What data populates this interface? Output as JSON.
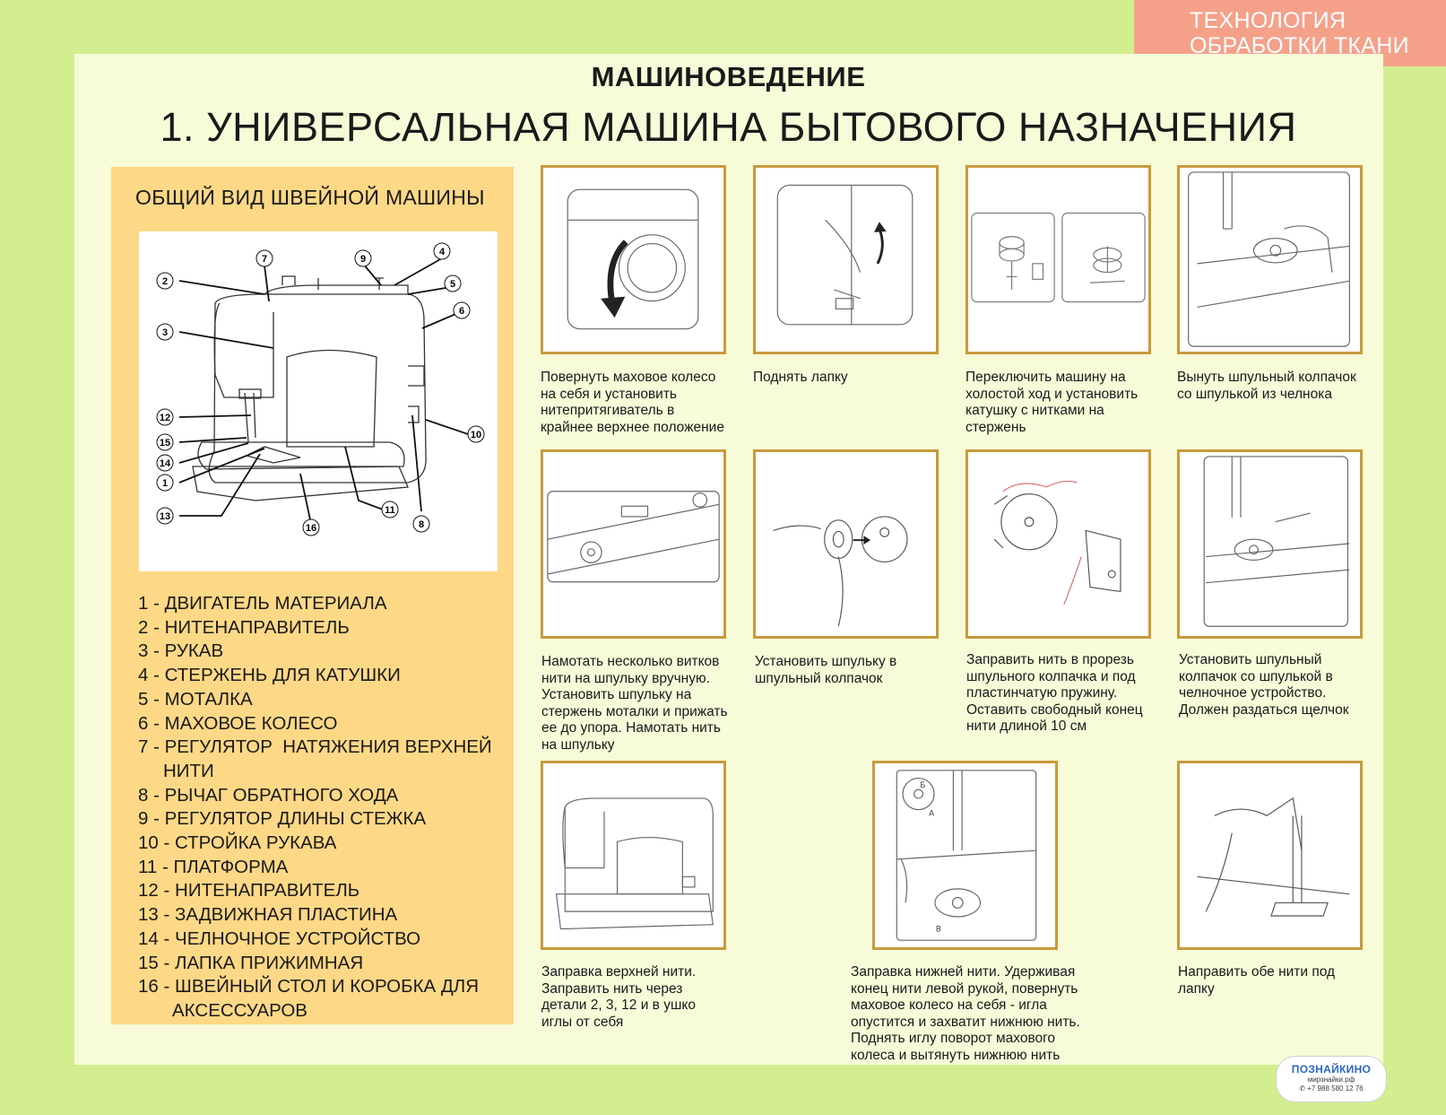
{
  "corner_tag": {
    "line1": "ТЕХНОЛОГИЯ",
    "line2": "ОБРАБОТКИ ТКАНИ"
  },
  "section_title": "МАШИНОВЕДЕНИЕ",
  "main_title": "1. УНИВЕРСАЛЬНАЯ МАШИНА БЫТОВОГО НАЗНАЧЕНИЯ",
  "overview": {
    "title": "ОБЩИЙ ВИД ШВЕЙНОЙ МАШИНЫ",
    "callouts": [
      "1",
      "2",
      "3",
      "4",
      "5",
      "6",
      "7",
      "8",
      "9",
      "10",
      "11",
      "12",
      "13",
      "14",
      "15",
      "16"
    ],
    "legend": [
      {
        "num": "1",
        "text": "ДВИГАТЕЛЬ МАТЕРИАЛА"
      },
      {
        "num": "2",
        "text": "НИТЕНАПРАВИТЕЛЬ"
      },
      {
        "num": "3",
        "text": "РУКАВ"
      },
      {
        "num": "4",
        "text": "СТЕРЖЕНЬ ДЛЯ КАТУШКИ"
      },
      {
        "num": "5",
        "text": "МОТАЛКА"
      },
      {
        "num": "6",
        "text": "МАХОВОЕ КОЛЕСО"
      },
      {
        "num": "7",
        "text": "РЕГУЛЯТОР  НАТЯЖЕНИЯ ВЕРХНЕЙ",
        "cont": "НИТИ"
      },
      {
        "num": "8",
        "text": "РЫЧАГ ОБРАТНОГО ХОДА"
      },
      {
        "num": "9",
        "text": "РЕГУЛЯТОР ДЛИНЫ СТЕЖКА"
      },
      {
        "num": "10",
        "text": "СТРОЙКА РУКАВА"
      },
      {
        "num": "11",
        "text": "ПЛАТФОРМА"
      },
      {
        "num": "12",
        "text": "НИТЕНАПРАВИТЕЛЬ"
      },
      {
        "num": "13",
        "text": "ЗАДВИЖНАЯ ПЛАСТИНА"
      },
      {
        "num": "14",
        "text": "ЧЕЛНОЧНОЕ УСТРОЙСТВО"
      },
      {
        "num": "15",
        "text": "ЛАПКА ПРИЖИМНАЯ"
      },
      {
        "num": "16",
        "text": "ШВЕЙНЫЙ СТОЛ И КОРОБКА ДЛЯ",
        "cont": "АКСЕССУАРОВ"
      }
    ]
  },
  "steps": [
    {
      "lines": [
        "Повернуть маховое колесо",
        "на себя и установить",
        "нитепритягиватель в",
        "крайнее верхнее положение"
      ]
    },
    {
      "lines": [
        "Поднять лапку"
      ]
    },
    {
      "lines": [
        "Переключить машину на",
        "холостой ход и установить",
        "катушку с нитками на",
        "стержень"
      ]
    },
    {
      "lines": [
        "Вынуть шпульный колпачок",
        "со шпулькой из челнока"
      ]
    },
    {
      "lines": [
        "Намотать несколько витков",
        "нити на шпульку вручную.",
        "Установить шпульку на",
        "стержень моталки и прижать",
        "ее до упора. Намотать нить",
        "на шпульку"
      ]
    },
    {
      "lines": [
        "Установить шпульку в",
        "шпульный колпачок"
      ]
    },
    {
      "lines": [
        "Заправить нить в прорезь",
        "шпульного колпачка и под",
        "пластинчатую пружину.",
        "Оставить свободный конец",
        "нити длиной 10 см"
      ]
    },
    {
      "lines": [
        "Установить шпульный",
        "колпачок со шпулькой в",
        "челночное устройство.",
        "Должен раздаться щелчок"
      ]
    },
    {
      "lines": [
        "Заправка верхней нити.",
        "Заправить нить через",
        "детали 2, 3, 12 и в ушко",
        "иглы от себя"
      ]
    },
    {
      "lines": [
        "Заправка нижней нити. Удерживая",
        "конец нити левой рукой, повернуть",
        "маховое колесо на себя - игла",
        "опустится и захватит нижнюю нить.",
        "Поднять иглу поворот махового",
        "колеса и вытянуть нижнюю нить"
      ]
    },
    {
      "lines": [
        "Направить обе нити под",
        "лапку"
      ]
    }
  ],
  "step_figure_letters": {
    "a": "А",
    "b": "Б",
    "v": "В"
  },
  "logo": {
    "name": "ПОЗНАЙКИНО",
    "site": "мирзнайки.рф",
    "phone": "✆ +7 988 580 12 76"
  },
  "colors": {
    "background": "#d3ee8f",
    "panel": "#f7fbd8",
    "legend_box": "#fdd886",
    "corner": "#f5a18a",
    "frame": "#c99a3c"
  }
}
